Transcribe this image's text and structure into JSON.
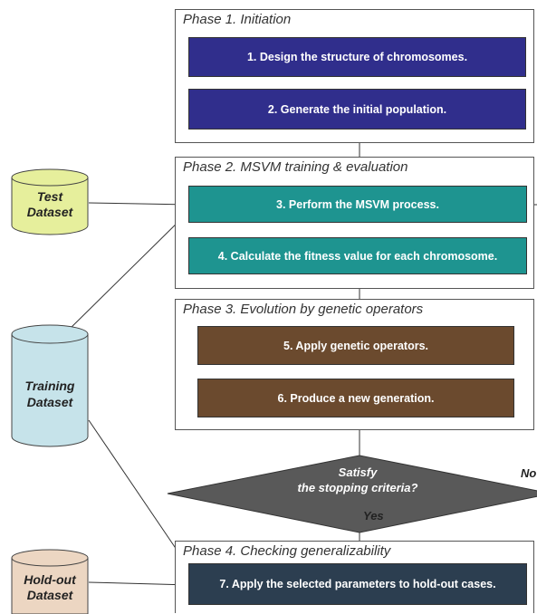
{
  "phases": [
    {
      "title": "Phase 1. Initiation"
    },
    {
      "title": "Phase 2. MSVM training & evaluation"
    },
    {
      "title": "Phase 3. Evolution by genetic operators"
    },
    {
      "title": "Phase 4. Checking generalizability"
    }
  ],
  "steps": [
    {
      "label": "1. Design the structure of chromosomes.",
      "color": "#302e8c"
    },
    {
      "label": "2. Generate the initial population.",
      "color": "#302e8c"
    },
    {
      "label": "3. Perform the MSVM process.",
      "color": "#1e9490"
    },
    {
      "label": "4. Calculate the fitness value for each chromosome.",
      "color": "#1e9490"
    },
    {
      "label": "5. Apply genetic operators.",
      "color": "#6b4a2e"
    },
    {
      "label": "6. Produce a new generation.",
      "color": "#6b4a2e"
    },
    {
      "label": "7. Apply the selected parameters to hold-out cases.",
      "color": "#2c3e50"
    }
  ],
  "decision": {
    "line1": "Satisfy",
    "line2": "the stopping criteria?",
    "color": "#595959",
    "yes_label": "Yes",
    "no_label": "No"
  },
  "datasets": [
    {
      "line1": "Test",
      "line2": "Dataset",
      "color": "#e6ef9c"
    },
    {
      "line1": "Training",
      "line2": "Dataset",
      "color": "#c6e3ea"
    },
    {
      "line1": "Hold-out",
      "line2": "Dataset",
      "color": "#ecd6c2"
    }
  ]
}
